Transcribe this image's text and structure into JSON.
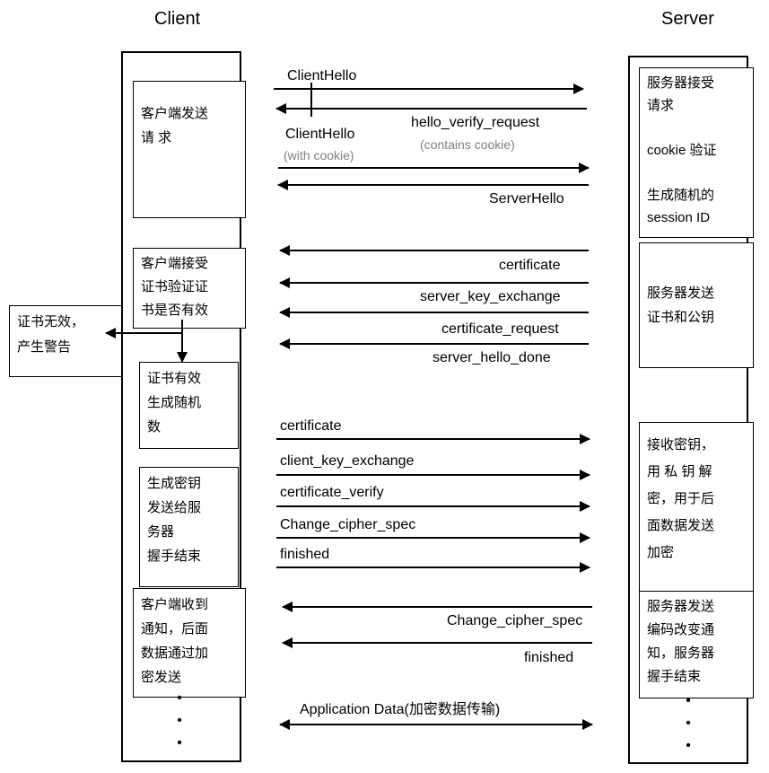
{
  "titles": {
    "client": "Client",
    "server": "Server"
  },
  "client": {
    "boxes": [
      {
        "text": "客户端发送\n请 求"
      },
      {
        "text": "客户端接受\n证书验证证\n书是否有效"
      },
      {
        "text": "证书有效\n生成随机\n数"
      },
      {
        "text": "生成密钥\n发送给服\n务器\n握手结束"
      },
      {
        "text": "客户端收到\n通知，后面\n数据通过加\n密发送"
      }
    ],
    "dots": "•\n•\n•"
  },
  "server": {
    "boxes": [
      {
        "text": "服务器接受\n请求\n\ncookie 验证\n\n生成随机的\nsession ID"
      },
      {
        "text": "服务器发送\n证书和公钥"
      },
      {
        "text": "接收密钥，\n用 私 钥 解\n密，用于后\n面数据发送\n加密"
      },
      {
        "text": "服务器发送\n编码改变通\n知，服务器\n握手结束"
      }
    ],
    "dots": "•\n•\n•"
  },
  "warning": {
    "text": "证书无效，\n产生警告"
  },
  "messages": {
    "client_hello_1": "ClientHello",
    "hello_verify_request": "hello_verify_request",
    "contains_cookie": "(contains cookie)",
    "client_hello_2": "ClientHello",
    "with_cookie": "(with cookie)",
    "server_hello": "ServerHello",
    "certificate_server": "certificate",
    "server_key_exchange": "server_key_exchange",
    "certificate_request": "certificate_request",
    "server_hello_done": "server_hello_done",
    "certificate_client": "certificate",
    "client_key_exchange": "client_key_exchange",
    "certificate_verify": "certificate_verify",
    "change_cipher_spec_client": "Change_cipher_spec",
    "finished_client": "finished",
    "change_cipher_spec_server": "Change_cipher_spec",
    "finished_server": "finished",
    "application_data": "Application Data(加密数据传输)"
  }
}
